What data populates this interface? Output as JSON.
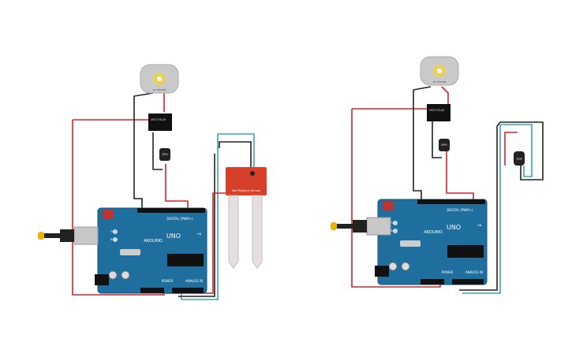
{
  "left_circuit": {
    "motor_label": "DC MOTOR",
    "relay_label": "SPDT RELAY",
    "transistor_label": "NPN",
    "sensor_label": "Soil Moisture Sensor",
    "arduino": {
      "brand": "ARDUINO",
      "model": "UNO",
      "digital_label": "DIGITAL (PWM~)",
      "power_label": "POWER",
      "analog_label": "ANALOG IN",
      "on_label": "ON",
      "tx_label": "TX",
      "rx_label": "RX"
    }
  },
  "right_circuit": {
    "motor_label": "DC MOTOR",
    "relay_label": "SPDT RELAY",
    "transistor_label": "NPN",
    "sensor_label": "TMP",
    "arduino": {
      "brand": "ARDUINO",
      "model": "UNO",
      "digital_label": "DIGITAL (PWM~)",
      "power_label": "POWER",
      "analog_label": "ANALOG IN",
      "on_label": "ON",
      "tx_label": "TX",
      "rx_label": "RX"
    }
  },
  "colors": {
    "board": "#1f6f9e",
    "wire_red": "#d8232a",
    "wire_black": "#222222",
    "wire_teal": "#3aa7b4",
    "sensor_red": "#d6402b"
  }
}
